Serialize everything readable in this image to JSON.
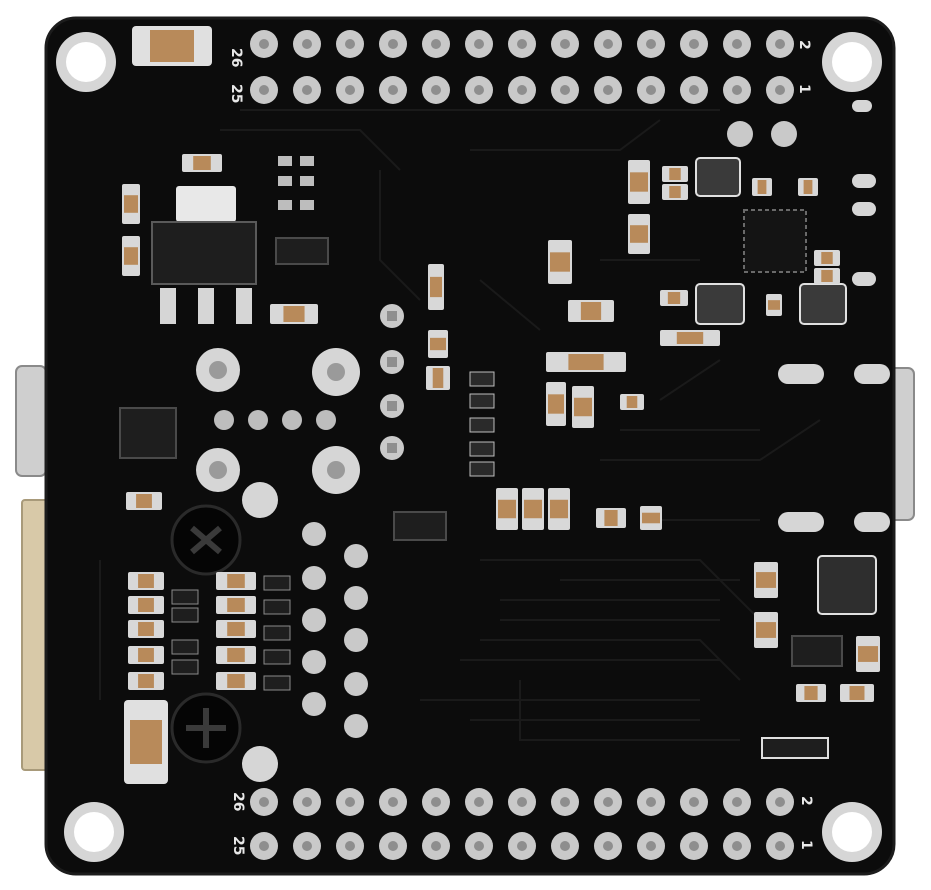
{
  "photo": {
    "subject": "pcb-bottom-side",
    "colors": {
      "board": "#0c0c0c",
      "board_edge": "#1c1c1c",
      "trace": "#181818",
      "pad": "#c9c9c9",
      "pad_dark": "#8e8e8e",
      "silkscreen": "#e8e8e8",
      "component_body": "#2a2a2a",
      "smd_cap": "#b88a5a",
      "smd_end": "#d8d8d8",
      "connector_metal": "#cfcfcf",
      "sd_slot": "#d8c9a8"
    }
  },
  "header_labels": {
    "top_left_upper": "26",
    "top_left_lower": "25",
    "top_right_upper": "2",
    "top_right_lower": "1",
    "bottom_left_upper": "26",
    "bottom_left_lower": "25",
    "bottom_right_upper": "2",
    "bottom_right_lower": "1"
  }
}
